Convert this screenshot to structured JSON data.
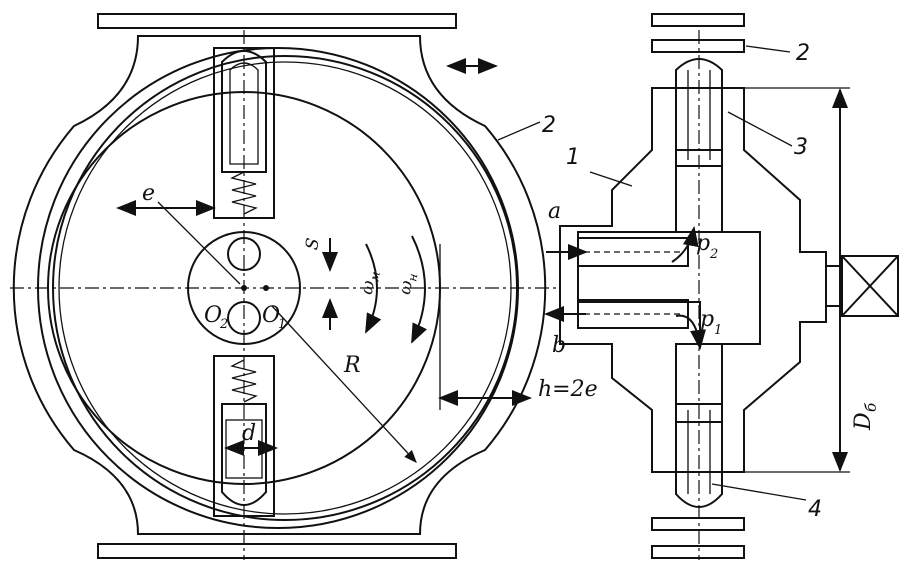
{
  "labels": {
    "e": "e",
    "s": "S",
    "omega_m": "ω",
    "omega_m_sub": "м",
    "omega_n": "ω",
    "omega_n_sub": "н",
    "o2": "O",
    "o2_sub": "2",
    "o1": "O",
    "o1_sub": "1",
    "r": "R",
    "d": "d",
    "h": "h=2e",
    "a": "a",
    "b": "b",
    "p2": "p",
    "p2_sub": "2",
    "p1": "p",
    "p1_sub": "1",
    "db": "D",
    "db_sub": "б",
    "n1": "1",
    "n2_left": "2",
    "n2_right": "2",
    "n3": "3",
    "n4": "4"
  }
}
